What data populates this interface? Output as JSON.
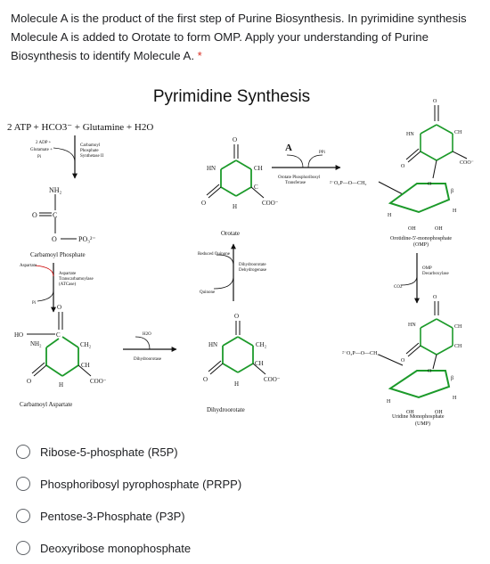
{
  "question": {
    "text": "Molecule A is the product of the first step of Purine Biosynthesis. In pyrimidine synthesis Molecule A is added to Orotate to form OMP. Apply your understanding of Purine Biosynthesis to identify Molecule A.",
    "required_marker": "*"
  },
  "diagram": {
    "title": "Pyrimidine Synthesis",
    "reactants": "2 ATP + HCO3⁻ + Glutamine + H2O",
    "step1": {
      "inputs": [
        "2 ADP +",
        "Glutamate +",
        "Pi"
      ],
      "enzyme": [
        "Carbamoyl",
        "Phosphate",
        "Synthetase II"
      ]
    },
    "carbamoyl_phosphate": "Carbamoyl Phosphate",
    "step2": {
      "input": "Aspartate",
      "output": "Pi",
      "enzyme": [
        "Aspartate",
        "Transcarbamoylase",
        "(ATCase)"
      ]
    },
    "carbamoyl_aspartate": "Carbamoyl Aspartate",
    "step3": {
      "input": "H2O",
      "enzyme": "Dihydroorotase"
    },
    "dihydroorotate": "Dihydroorotate",
    "step4": {
      "input": "Quinone",
      "output": "Reduced Quinone",
      "enzyme": [
        "Dihydroorotate",
        "Dehydrogenase"
      ]
    },
    "orotate": "Orotate",
    "step5": {
      "molecule": "A",
      "output": "PPi",
      "enzyme": [
        "Orotate Phosphoribosyl",
        "Transferase"
      ]
    },
    "omp": [
      "Orotidine-5'-monophosphate",
      "(OMP)"
    ],
    "step6": {
      "output": "CO2",
      "enzyme": [
        "OMP",
        "Decarboxylase"
      ]
    },
    "ump": [
      "Uridine Monophosphate",
      "(UMP)"
    ]
  },
  "options": [
    "Ribose-5-phosphate (R5P)",
    "Phosphoribosyl pyrophosphate (PRPP)",
    "Pentose-3-Phosphate (P3P)",
    "Deoxyribose monophosphate"
  ]
}
